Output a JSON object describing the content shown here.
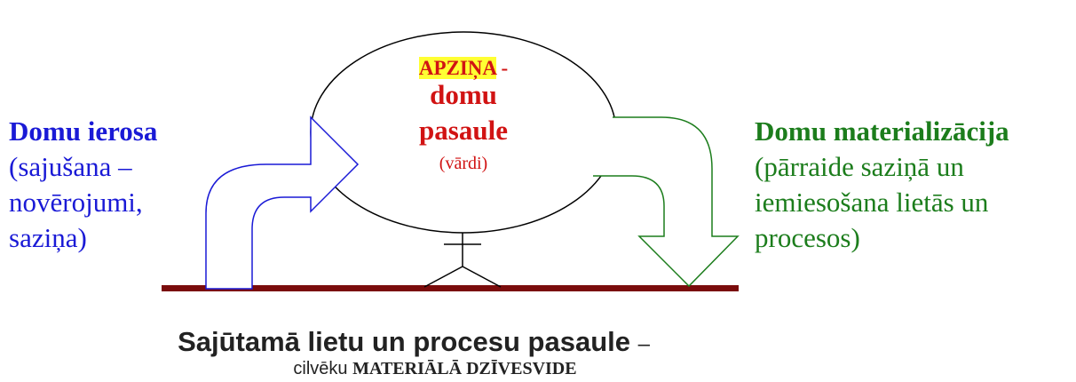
{
  "center": {
    "highlight": "APZIŅA",
    "dash": "-",
    "line2": "domu",
    "line3": "pasaule",
    "line4": "(vārdi)"
  },
  "left": {
    "title": "Domu ierosa",
    "lines": [
      "(sajušana –",
      "novērojumi,",
      "saziņa)"
    ]
  },
  "right": {
    "title": "Domu materializācija",
    "lines": [
      "(pārraide saziņā un",
      "iemiesošana lietās un",
      "procesos)"
    ]
  },
  "bottom": {
    "main": "Sajūtamā  lietu un procesu  pasaule",
    "dash": "–",
    "sub_prefix": "cilvēku",
    "sub_bold": "MATERIĀLĀ DZĪVESVIDE"
  },
  "colors": {
    "left": "#1a1ad6",
    "right": "#1c7d1c",
    "center": "#d11313",
    "ground": "#7a0c0c",
    "highlight": "#ffff33"
  }
}
